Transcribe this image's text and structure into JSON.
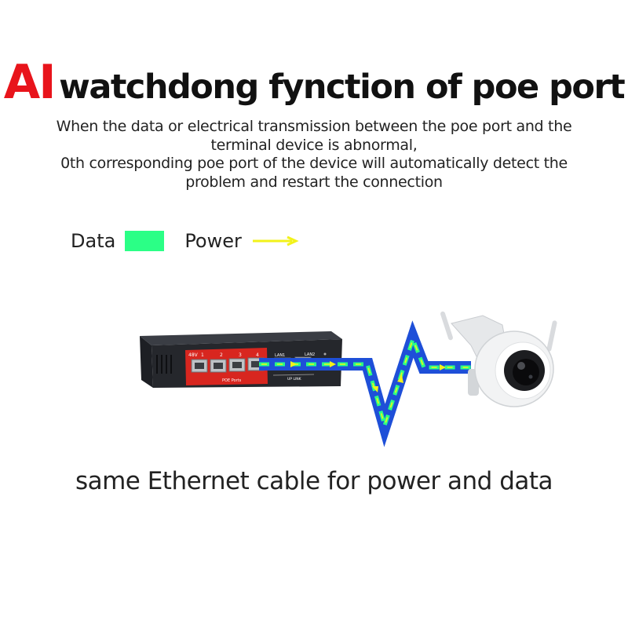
{
  "title": {
    "accent": "AI",
    "rest": "watchdong fynction of poe port"
  },
  "description": [
    "When the data or electrical transmission between the poe port and the",
    "terminal device is abnormal,",
    "0th corresponding poe port of the device will automatically detect the",
    "problem and restart the connection"
  ],
  "legend": {
    "data_label": "Data",
    "data_color": "#2bff86",
    "power_label": "Power",
    "power_color": "#f2f21a"
  },
  "switch": {
    "port_labels": [
      "48V",
      "1",
      "2",
      "3",
      "4"
    ],
    "poe_ports_label": "POE Ports",
    "lan_labels": [
      "LAN1",
      "LAN2"
    ],
    "uplink_label": "UP LINK"
  },
  "cable": {
    "color": "#1e4fd8"
  },
  "caption": "same Ethernet cable for power and data"
}
